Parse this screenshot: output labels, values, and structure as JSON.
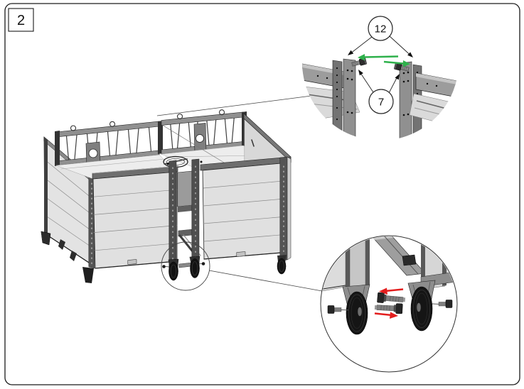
{
  "page": {
    "number": "2"
  },
  "callouts": {
    "balloon_upper": "12",
    "balloon_lower": "7"
  },
  "colors": {
    "arrow_green": "#2fb14c",
    "arrow_red": "#e31e1e",
    "outline": "#1a1a1a"
  }
}
